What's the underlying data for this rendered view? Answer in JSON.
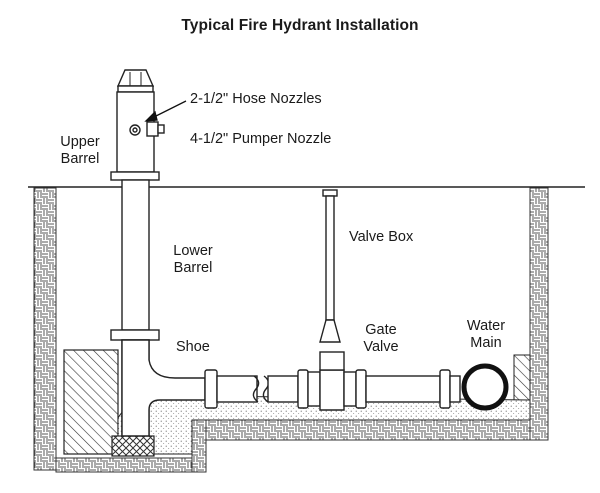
{
  "title": "Typical Fire Hydrant Installation",
  "labels": {
    "hose_nozzles": "2-1/2\" Hose Nozzles",
    "pumper_nozzle": "4-1/2\" Pumper Nozzle",
    "upper_barrel": [
      "Upper",
      "Barrel"
    ],
    "lower_barrel": [
      "Lower",
      "Barrel"
    ],
    "valve_box": "Valve Box",
    "shoe": "Shoe",
    "gate_valve": [
      "Gate",
      "Valve"
    ],
    "water_main": [
      "Water",
      "Main"
    ]
  }
}
